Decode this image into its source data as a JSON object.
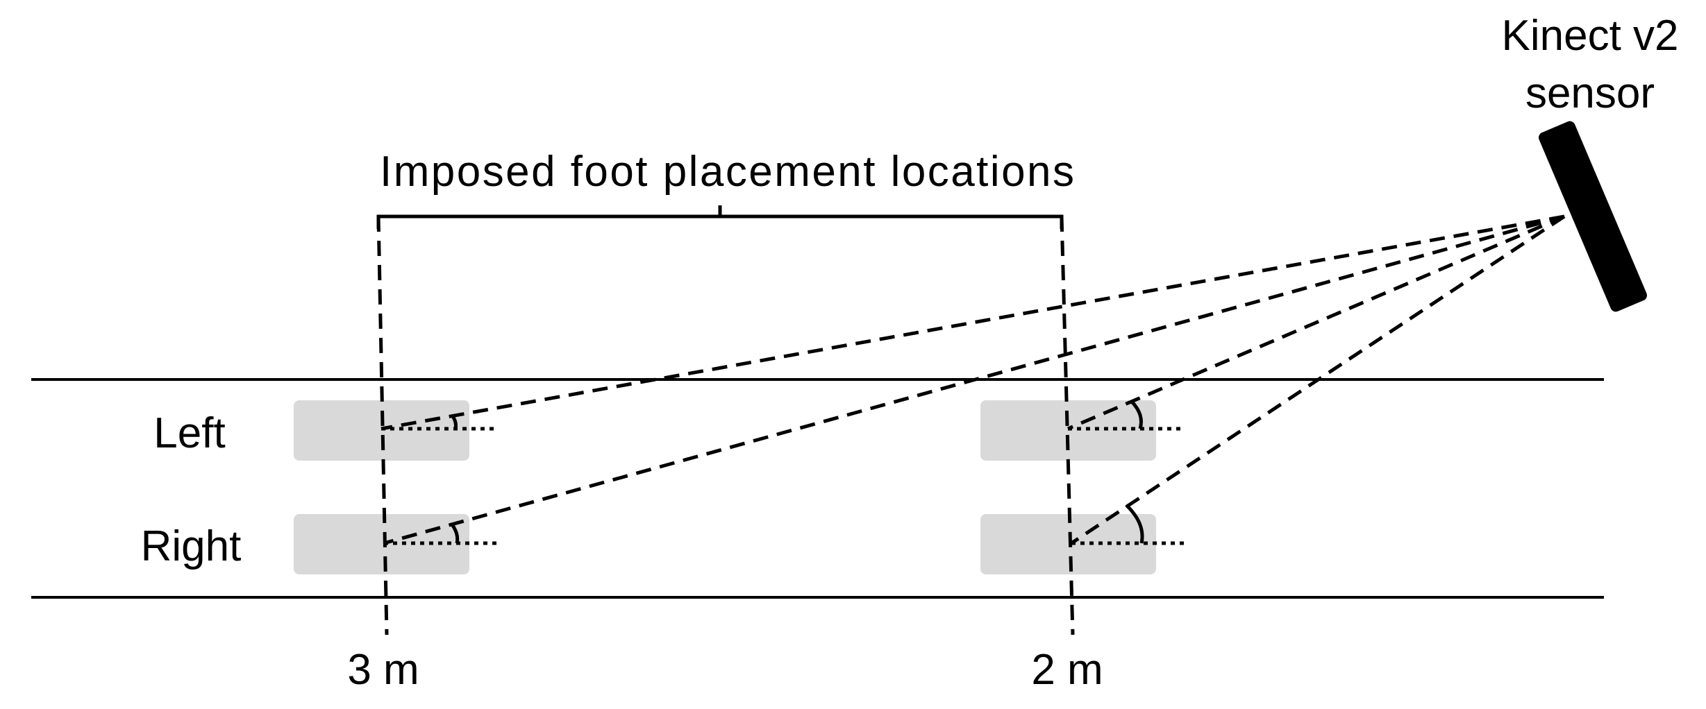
{
  "sensor_label": [
    "Kinect v2",
    "sensor"
  ],
  "bracket_label": "Imposed foot placement locations",
  "row_labels": {
    "left": "Left",
    "right": "Right"
  },
  "distance_labels": {
    "far": "3 m",
    "near": "2 m"
  },
  "colors": {
    "foot_marker": "#d9d9d9",
    "line": "#000000",
    "sensor": "#000000",
    "background": "#ffffff"
  }
}
